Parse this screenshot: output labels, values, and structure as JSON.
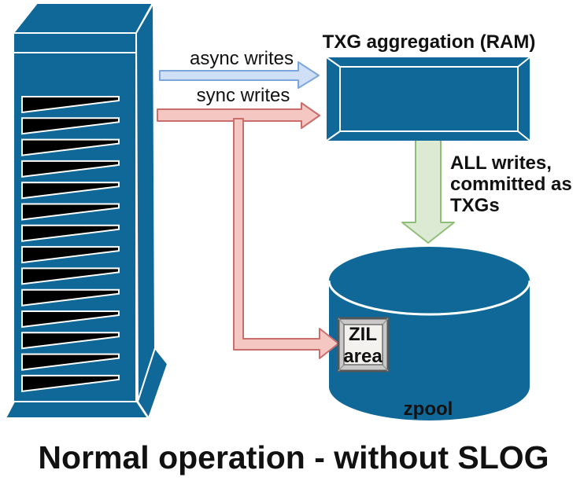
{
  "diagram": {
    "title": "Normal operation - without SLOG",
    "server": {
      "slot_count": 14
    },
    "flows": {
      "async_label": "async writes",
      "sync_label": "sync writes",
      "commit_lines": [
        "ALL writes,",
        "committed as",
        "TXGs"
      ]
    },
    "ram_box_label": "TXG aggregation (RAM)",
    "zil_lines": [
      "ZIL",
      "area"
    ],
    "zpool_label": "zpool"
  },
  "colors": {
    "device": "#0f6897",
    "slot": "#000000",
    "text": "#111111",
    "async_fill": "#cfdff5",
    "async_stroke": "#7da7dc",
    "sync_fill": "#f5c7c3",
    "sync_stroke": "#c96e6b",
    "commit_fill": "#dcead4",
    "commit_stroke": "#8fbe77",
    "zil_bg": "#f4f2ef",
    "zil_frame": "#575757",
    "zil_bevel": "#c9c9c9"
  }
}
